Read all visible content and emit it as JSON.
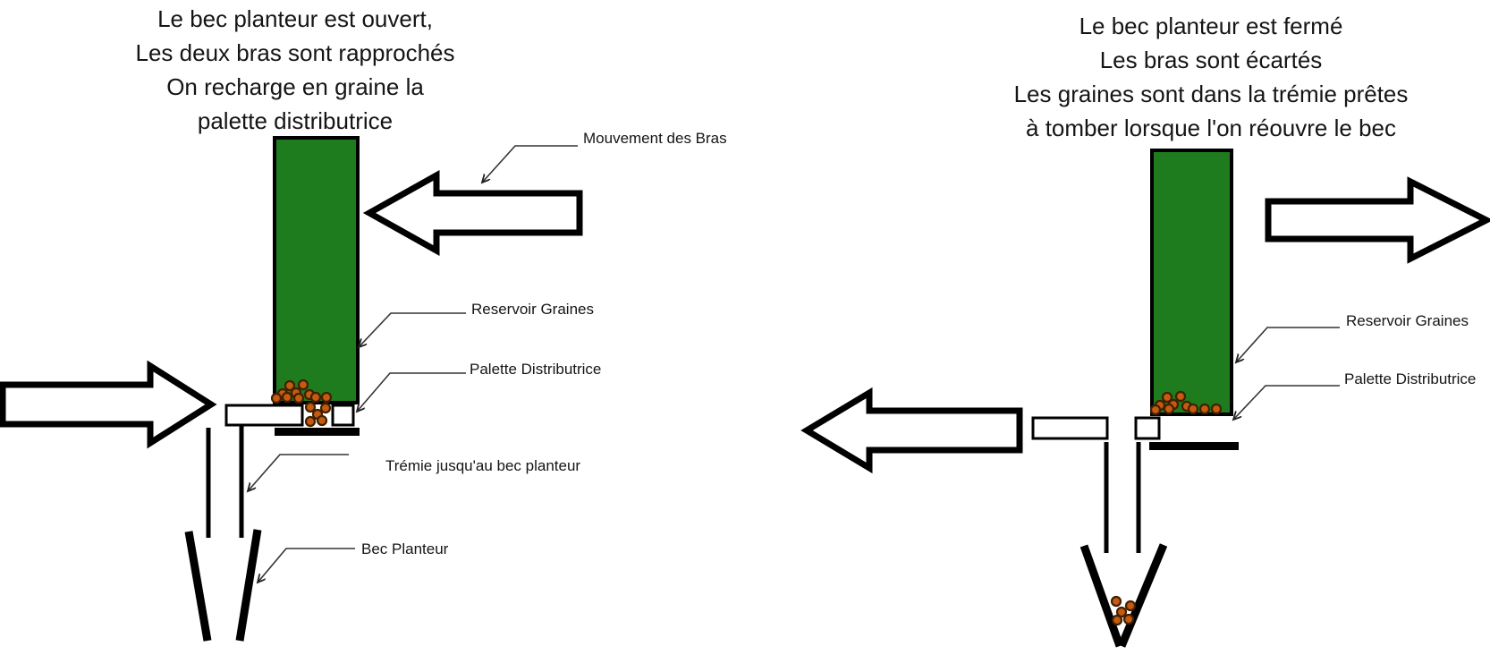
{
  "colors": {
    "reservoir_green": "#1e7c1e",
    "seed_fill": "#c55a11",
    "seed_stroke": "#402000",
    "outline": "#000000",
    "leader": "#333333"
  },
  "seed_style": {
    "radius": 5
  },
  "left": {
    "title_lines": [
      "Le bec planteur est ouvert,",
      "Les deux bras sont rapprochés",
      "On recharge en graine la",
      "palette distributrice"
    ],
    "labels": {
      "mouvement": "Mouvement des Bras",
      "reservoir": "Reservoir Graines",
      "palette": "Palette Distributrice",
      "tremie": "Trémie jusqu'au bec planteur",
      "bec": "Bec Planteur"
    },
    "seeds": {
      "reservoir": [
        [
          324,
          431
        ],
        [
          339,
          430
        ],
        [
          316,
          440
        ],
        [
          331,
          439
        ],
        [
          346,
          441
        ],
        [
          309,
          445
        ],
        [
          321,
          444
        ],
        [
          334,
          445
        ],
        [
          353,
          444
        ],
        [
          365,
          444
        ]
      ],
      "falling": [
        [
          347,
          455
        ],
        [
          364,
          456
        ],
        [
          355,
          463
        ],
        [
          347,
          471
        ],
        [
          360,
          470
        ]
      ]
    }
  },
  "right": {
    "title_lines": [
      "Le bec planteur est fermé",
      "Les bras sont écartés",
      "Les graines sont dans la trémie prêtes",
      "à tomber lorsque l'on réouvre le bec"
    ],
    "labels": {
      "reservoir": "Reservoir Graines",
      "palette": "Palette Distributrice"
    },
    "seeds": {
      "reservoir": [
        [
          1305,
          444
        ],
        [
          1320,
          443
        ],
        [
          1297,
          453
        ],
        [
          1312,
          452
        ],
        [
          1327,
          454
        ],
        [
          1292,
          458
        ],
        [
          1307,
          457
        ],
        [
          1334,
          457
        ],
        [
          1347,
          457
        ],
        [
          1360,
          457
        ]
      ],
      "bec": [
        [
          1248,
          672
        ],
        [
          1264,
          677
        ],
        [
          1254,
          684
        ],
        [
          1249,
          693
        ],
        [
          1262,
          692
        ]
      ]
    }
  }
}
